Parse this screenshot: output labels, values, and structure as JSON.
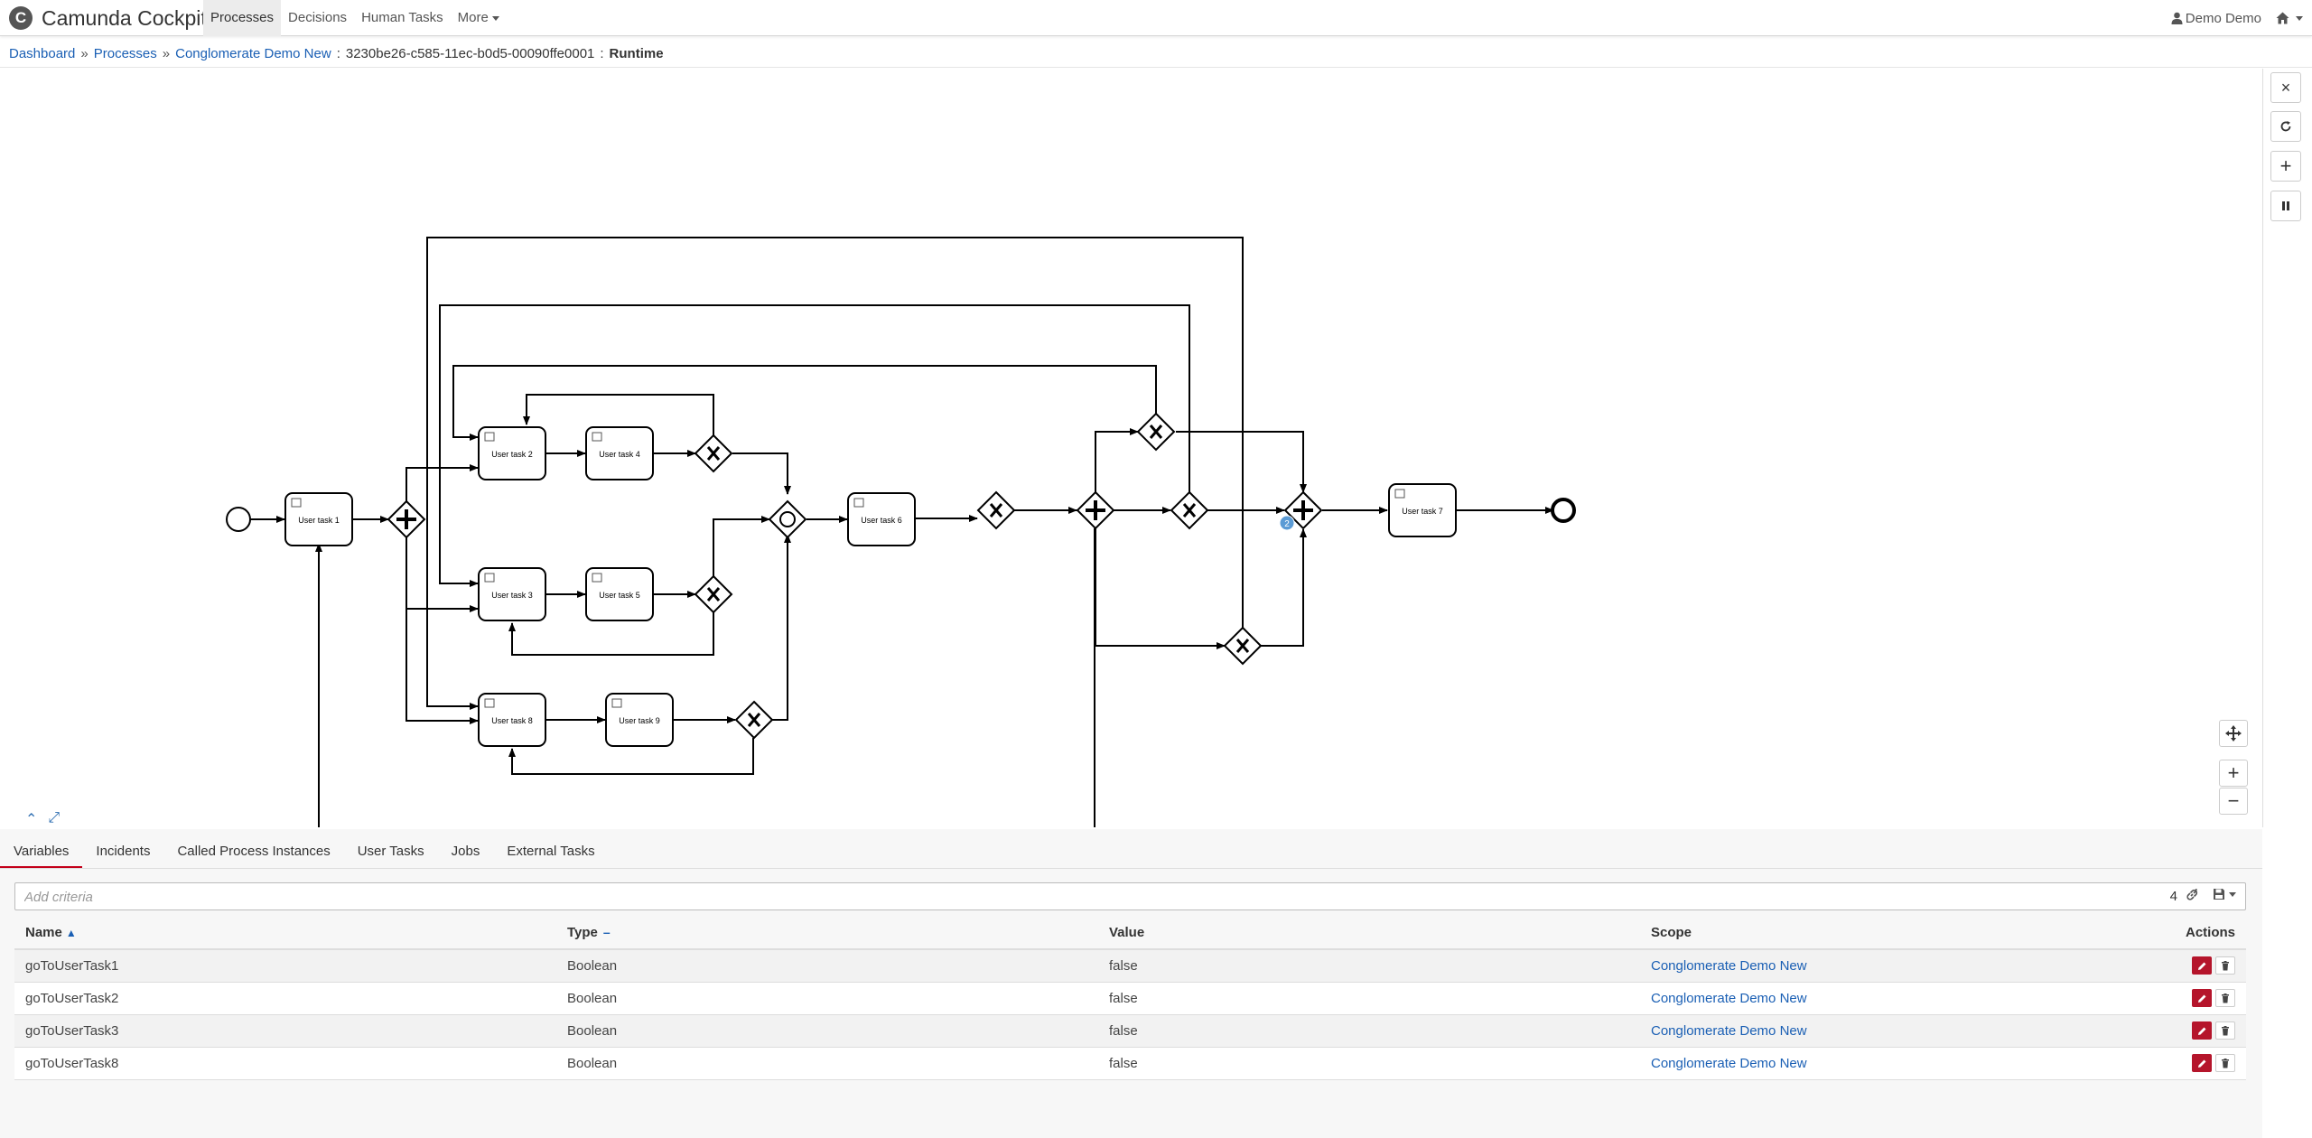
{
  "app": {
    "logo": "C",
    "name": "Camunda Cockpit"
  },
  "nav": {
    "items": [
      {
        "label": "Processes",
        "active": true
      },
      {
        "label": "Decisions",
        "active": false
      },
      {
        "label": "Human Tasks",
        "active": false
      },
      {
        "label": "More",
        "active": false
      }
    ],
    "user": "Demo Demo",
    "icons": {
      "user": "user-icon",
      "home": "home-icon"
    }
  },
  "breadcrumb": {
    "dashboard": "Dashboard",
    "processes": "Processes",
    "definition": "Conglomerate Demo New",
    "instance_id": "3230be26-c585-11ec-b0d5-00090ffe0001",
    "view": "Runtime"
  },
  "diagram": {
    "tasks": {
      "t1": "User task 1",
      "t2": "User task 2",
      "t3": "User task 3",
      "t4": "User task 4",
      "t5": "User task 5",
      "t6": "User task 6",
      "t7": "User task 7",
      "t8": "User task 8",
      "t9": "User task 9"
    },
    "token_count": "2",
    "colors": {
      "token": "#5b9bd5",
      "stroke": "#000000"
    }
  },
  "controls": {
    "close": "×",
    "refresh_icon": "refresh-icon",
    "add": "+",
    "pause_icon": "pause-icon",
    "zoom_in": "+",
    "zoom_out": "−",
    "reset_icon": "move-icon"
  },
  "tabs": [
    "Variables",
    "Incidents",
    "Called Process Instances",
    "User Tasks",
    "Jobs",
    "External Tasks"
  ],
  "search": {
    "placeholder": "Add criteria",
    "count": "4"
  },
  "table": {
    "headers": {
      "name": "Name",
      "type": "Type",
      "value": "Value",
      "scope": "Scope",
      "actions": "Actions"
    },
    "rows": [
      {
        "name": "goToUserTask1",
        "type": "Boolean",
        "value": "false",
        "scope": "Conglomerate Demo New"
      },
      {
        "name": "goToUserTask2",
        "type": "Boolean",
        "value": "false",
        "scope": "Conglomerate Demo New"
      },
      {
        "name": "goToUserTask3",
        "type": "Boolean",
        "value": "false",
        "scope": "Conglomerate Demo New"
      },
      {
        "name": "goToUserTask8",
        "type": "Boolean",
        "value": "false",
        "scope": "Conglomerate Demo New"
      }
    ]
  },
  "colors": {
    "accent": "#c3001a",
    "link": "#1a5fb4",
    "edit_button": "#b5152b"
  }
}
